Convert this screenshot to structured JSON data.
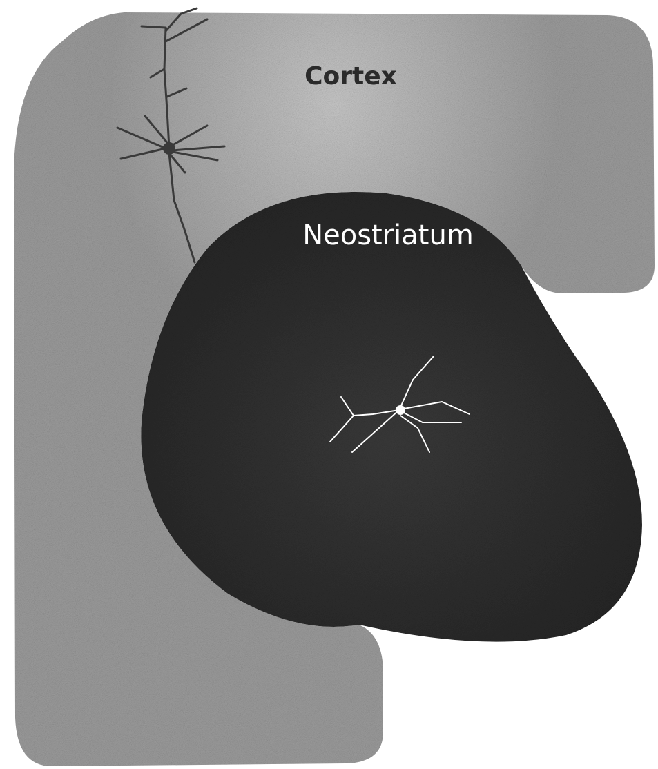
{
  "diagram": {
    "regions": [
      {
        "id": "cortex",
        "label": "Cortex"
      },
      {
        "id": "neostriatum",
        "label": "Neostriatum"
      }
    ],
    "colors": {
      "background": "#ffffff",
      "cortex_fill": "#9c9c9c",
      "neostriatum_fill": "#2e2e2e",
      "cortex_label": "#2a2a2a",
      "neostriatum_label": "#ffffff",
      "pyramidal_neuron": "#3a3a3a",
      "striatal_neuron": "#ffffff"
    },
    "neurons": [
      {
        "id": "pyramidal",
        "region": "cortex",
        "icon": "pyramidal-neuron-icon"
      },
      {
        "id": "medium-spiny",
        "region": "neostriatum",
        "icon": "striatal-neuron-icon"
      }
    ]
  }
}
